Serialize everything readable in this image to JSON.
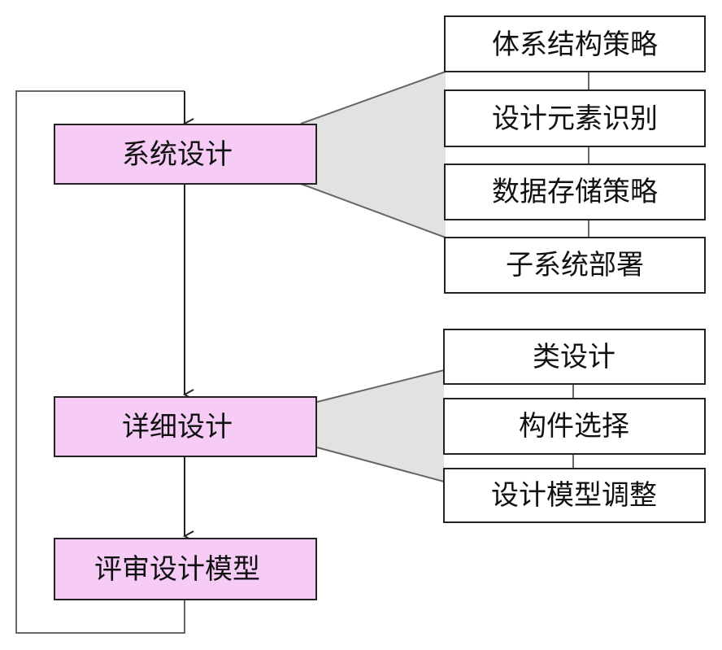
{
  "colors": {
    "stage_fill": "#f6ccf6",
    "task_fill": "#ffffff",
    "stroke": "#222222",
    "fan_fill": "#e2e2e2",
    "loop_stroke": "#666666"
  },
  "stages": [
    {
      "id": "system",
      "label": "系统设计"
    },
    {
      "id": "detail",
      "label": "详细设计"
    },
    {
      "id": "review",
      "label": "评审设计模型"
    }
  ],
  "system_tasks": [
    "体系结构策略",
    "设计元素识别",
    "数据存储策略",
    "子系统部署"
  ],
  "detail_tasks": [
    "类设计",
    "构件选择",
    "设计模型调整"
  ]
}
